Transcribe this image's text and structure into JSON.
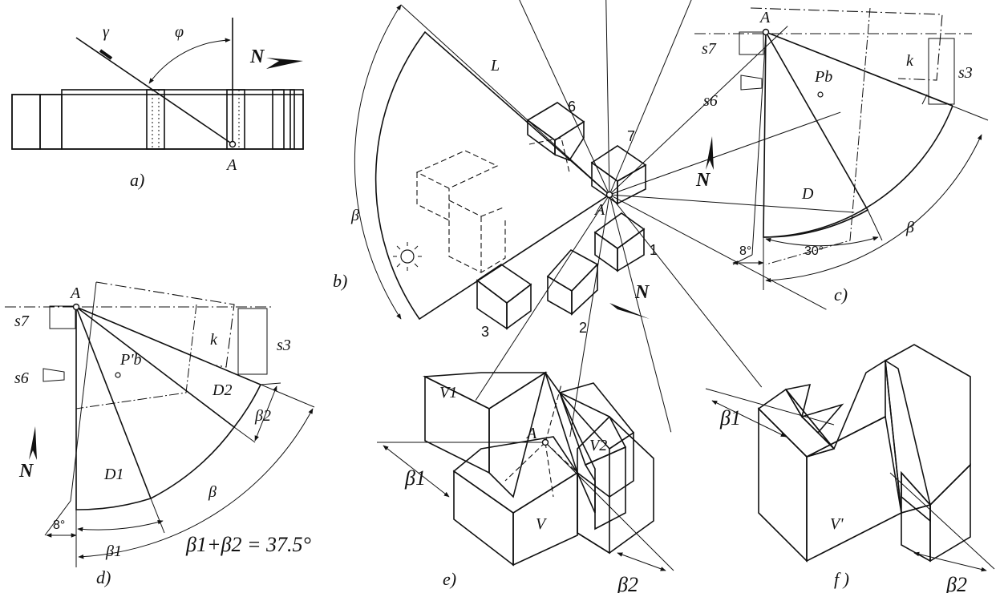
{
  "panel_a": {
    "caption": "a)",
    "label_gamma": "γ",
    "label_phi": "φ",
    "label_N": "N",
    "label_A": "A"
  },
  "panel_b": {
    "caption": "b)",
    "label_L": "L",
    "label_beta": "β",
    "label_A": "A",
    "label_N": "N",
    "buildings": [
      "6",
      "7",
      "1",
      "2",
      "3"
    ]
  },
  "panel_c": {
    "caption": "c)",
    "label_A": "A",
    "label_s7": "s7",
    "label_s6": "s6",
    "label_s3": "s3",
    "label_k": "k",
    "label_Pb": "Pb",
    "label_D": "D",
    "label_N": "N",
    "angle_8": "8°",
    "angle_30": "30°",
    "label_beta": "β"
  },
  "panel_d": {
    "caption": "d)",
    "label_A": "A",
    "label_s7": "s7",
    "label_s6": "s6",
    "label_s3": "s3",
    "label_k": "k",
    "label_Pb": "P'b",
    "label_D1": "D1",
    "label_D2": "D2",
    "label_N": "N",
    "angle_8": "8°",
    "label_beta": "β",
    "label_beta1": "β1",
    "label_beta2": "β2",
    "equation": "β1+β2 = 37.5°"
  },
  "panel_e": {
    "caption": "e)",
    "label_V1": "V1",
    "label_V2": "V2",
    "label_V": "V",
    "label_A": "A",
    "label_beta1": "β1",
    "label_beta2": "β2"
  },
  "panel_f": {
    "caption": "f )",
    "label_Vp": "V'",
    "label_beta1": "β1",
    "label_beta2": "β2"
  },
  "colors": {
    "red": "#e0202a",
    "pink": "#f4b8bc",
    "gray_dark": "#808080",
    "gray_light": "#e4e4e4"
  }
}
